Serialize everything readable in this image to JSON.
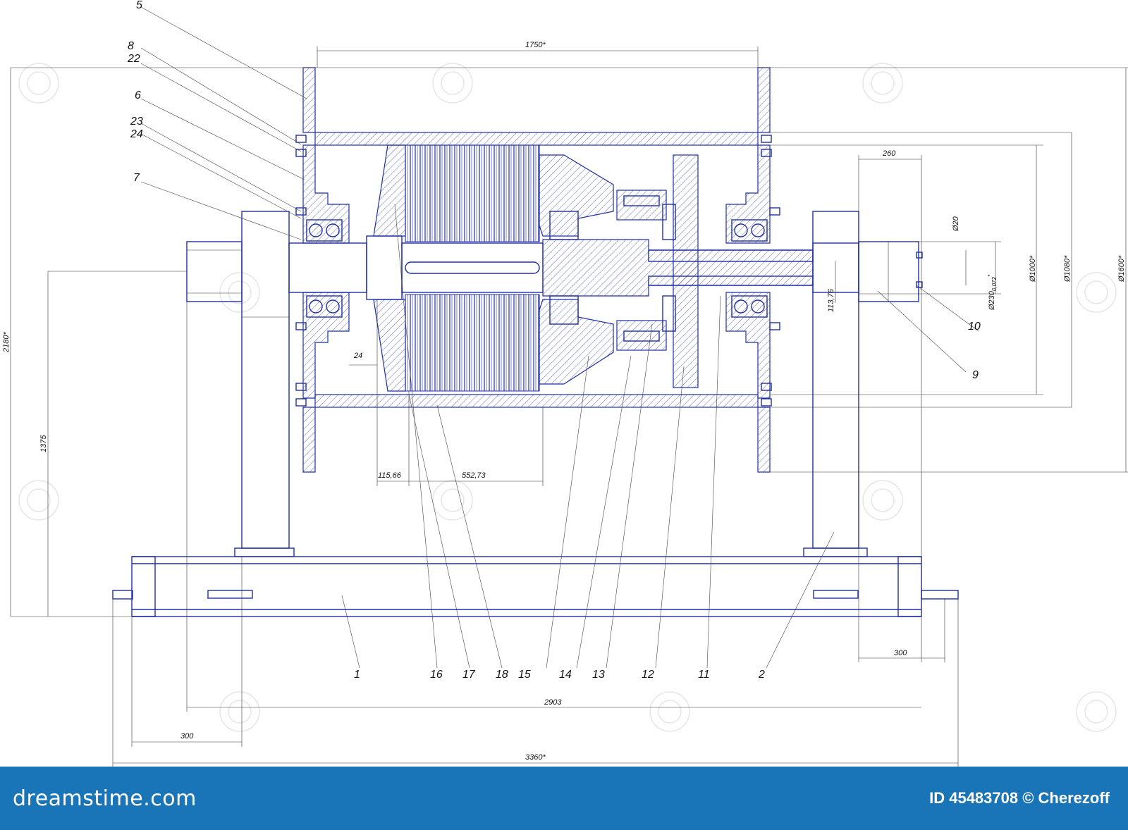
{
  "dimensions": {
    "top_width": "1750*",
    "right_offset": "260",
    "shaft_small_dia": "Ø20",
    "shaft_dia": "Ø230",
    "shaft_dia_tol": "0,072",
    "dia_1000": "Ø1000*",
    "dia_1080": "Ø1080*",
    "dia_1600": "Ø1600*",
    "offset_113": "113,76",
    "height_2180": "2180*",
    "height_1375": "1375",
    "gap_24": "24",
    "len_115": "115,66",
    "len_552": "552,73",
    "right_300": "300",
    "span_2903": "2903",
    "left_300": "300",
    "total_3360": "3360*"
  },
  "callouts": {
    "c5": "5",
    "c8": "8",
    "c22": "22",
    "c6": "6",
    "c23": "23",
    "c24": "24",
    "c7": "7",
    "c10": "10",
    "c9": "9",
    "c1": "1",
    "c16": "16",
    "c17": "17",
    "c18": "18",
    "c15": "15",
    "c14": "14",
    "c13": "13",
    "c12": "12",
    "c11": "11",
    "c2": "2"
  },
  "footer": {
    "brand": "dreamstime.com",
    "image_id": "ID 45483708 © Cherezoff"
  },
  "colors": {
    "drawing_lines": "#1f2fa8",
    "footer_bg": "#1a74b8"
  }
}
